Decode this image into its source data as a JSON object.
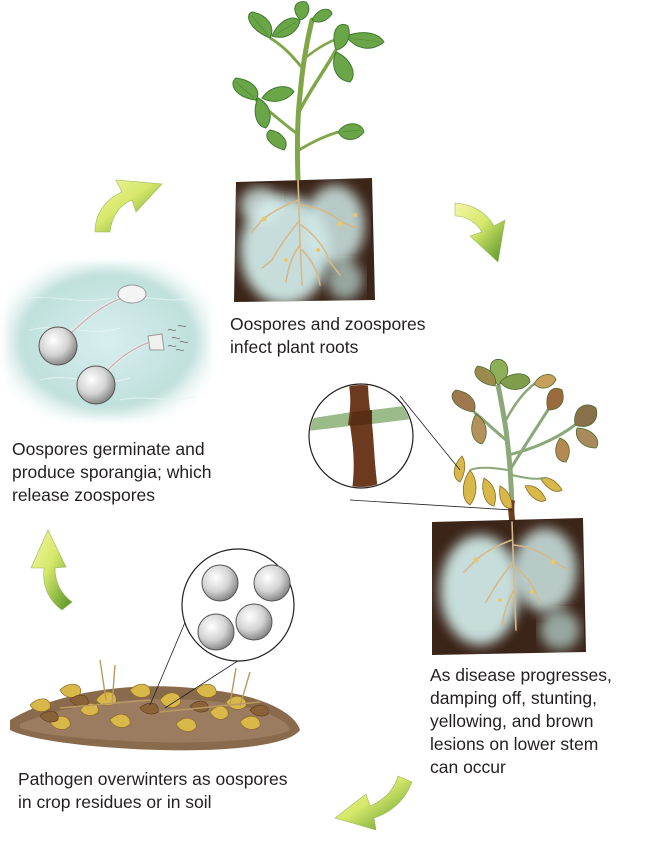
{
  "stages": [
    {
      "id": "infect",
      "lines": [
        "Oospores and zoospores",
        "infect plant roots"
      ]
    },
    {
      "id": "progress",
      "lines": [
        "As disease progresses,",
        "damping off, stunting,",
        "yellowing, and brown",
        "lesions on lower stem",
        "can occur"
      ]
    },
    {
      "id": "overwinter",
      "lines": [
        "Pathogen overwinters as oospores",
        "in crop residues or in soil"
      ]
    },
    {
      "id": "germinate",
      "lines": [
        "Oospores germinate and",
        "produce sporangia; which",
        "release zoospores"
      ]
    }
  ],
  "colors": {
    "soil": "#3b2418",
    "water": "#cfe8e6",
    "leaf_green": "#6aa548",
    "leaf_dark": "#3f7a2e",
    "leaf_brown": "#9a6a3c",
    "leaf_yellow": "#d9b84a",
    "stem_brown": "#6b3a1f",
    "root": "#d6b98a",
    "arrow_yellow": "#eef18a",
    "arrow_green": "#5e9a2a",
    "spore": "#c9c9c9",
    "text": "#231f20"
  }
}
